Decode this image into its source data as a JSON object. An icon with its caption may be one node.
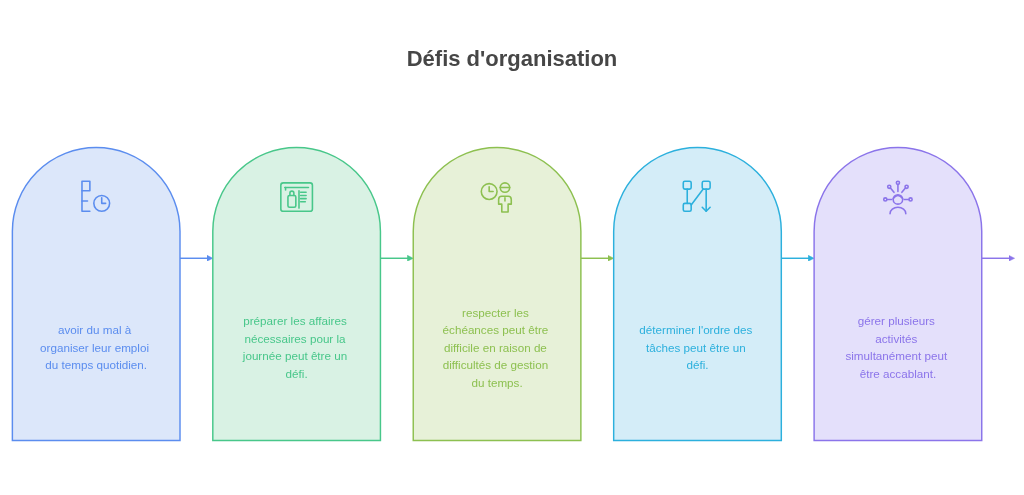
{
  "diagram": {
    "title": "Défis d'organisation",
    "nodes": [
      {
        "text": [
          "avoir du mal à organiser leur emploi du temps quotidien."
        ]
      },
      {
        "text": [
          "préparer les affaires nécessaires pour la journée peut être un défi."
        ]
      },
      {
        "text": [
          "respecter les échéances peut être difficile en raison de difficultés de gestion du temps."
        ]
      },
      {
        "text": [
          "déterminer l'ordre des tâches peut être un défi."
        ]
      },
      {
        "text": [
          "gérer plusieurs activités simultanément peut être accablant."
        ]
      }
    ],
    "edges": [
      {
        "from": 0,
        "to": 1,
        "arrow": "to",
        "color": "#5b8def"
      },
      {
        "from": 1,
        "to": 2,
        "arrow": "to",
        "color": "#48c78a"
      },
      {
        "from": 2,
        "to": 3,
        "arrow": "to",
        "color": "#8dc050"
      },
      {
        "from": 3,
        "to": 4,
        "arrow": "to",
        "color": "#2cb0dd"
      },
      {
        "from": 4,
        "to": null,
        "arrow": "to",
        "color": "#8b74ea"
      }
    ]
  }
}
